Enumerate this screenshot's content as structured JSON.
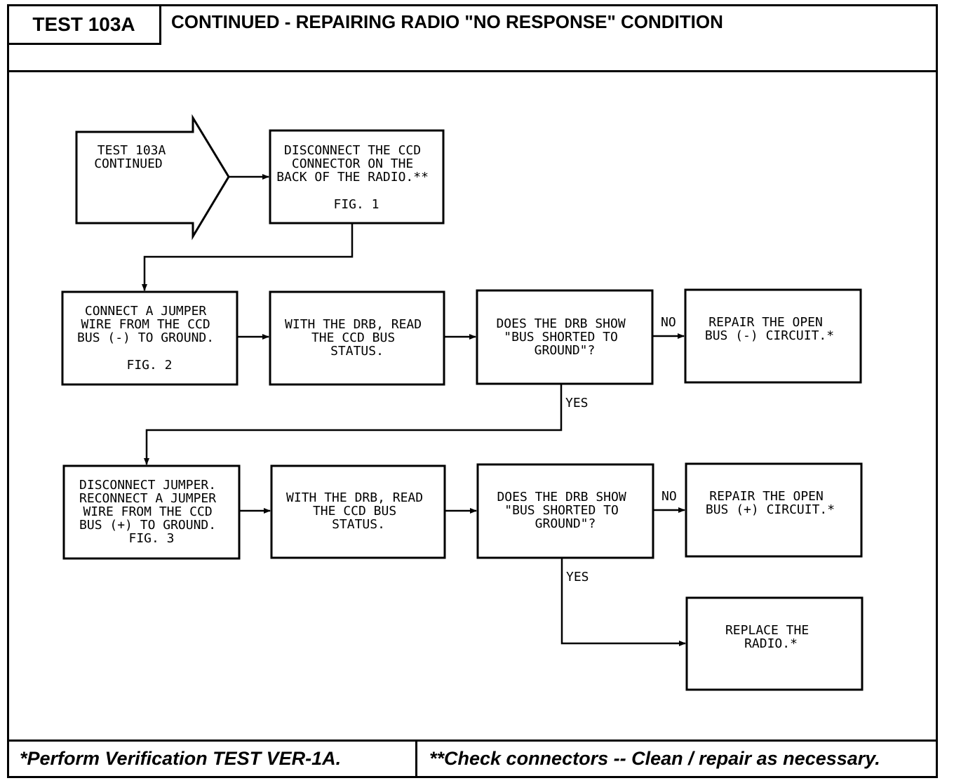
{
  "header": {
    "test_id": "TEST 103A",
    "title": "CONTINUED - REPAIRING RADIO \"NO RESPONSE\" CONDITION"
  },
  "flow": {
    "start": [
      "TEST 103A",
      "CONTINUED"
    ],
    "step1": [
      "DISCONNECT THE CCD",
      "CONNECTOR ON THE",
      "BACK OF THE RADIO.**",
      "",
      "FIG. 1"
    ],
    "step2": [
      "CONNECT A JUMPER",
      "WIRE FROM THE CCD",
      "BUS (-) TO GROUND.",
      "",
      "FIG. 2"
    ],
    "step3": [
      "WITH THE DRB, READ",
      "THE CCD BUS",
      "STATUS."
    ],
    "decision1": [
      "DOES THE DRB SHOW",
      "\"BUS SHORTED TO",
      "GROUND\"?"
    ],
    "result1": [
      "REPAIR THE OPEN",
      "BUS (-) CIRCUIT.*"
    ],
    "step4": [
      "DISCONNECT JUMPER.",
      "RECONNECT A JUMPER",
      "WIRE FROM THE CCD",
      "BUS (+) TO GROUND.",
      "FIG. 3"
    ],
    "step5": [
      "WITH THE DRB, READ",
      "THE CCD BUS",
      "STATUS."
    ],
    "decision2": [
      "DOES THE DRB SHOW",
      "\"BUS SHORTED TO",
      "GROUND\"?"
    ],
    "result2": [
      "REPAIR THE OPEN",
      "BUS (+) CIRCUIT.*"
    ],
    "result3": [
      "REPLACE THE",
      "RADIO.*"
    ],
    "labels": {
      "no": "NO",
      "yes": "YES"
    }
  },
  "footer": {
    "left": "*Perform Verification TEST VER-1A.",
    "right": "**Check connectors -- Clean / repair as necessary."
  }
}
